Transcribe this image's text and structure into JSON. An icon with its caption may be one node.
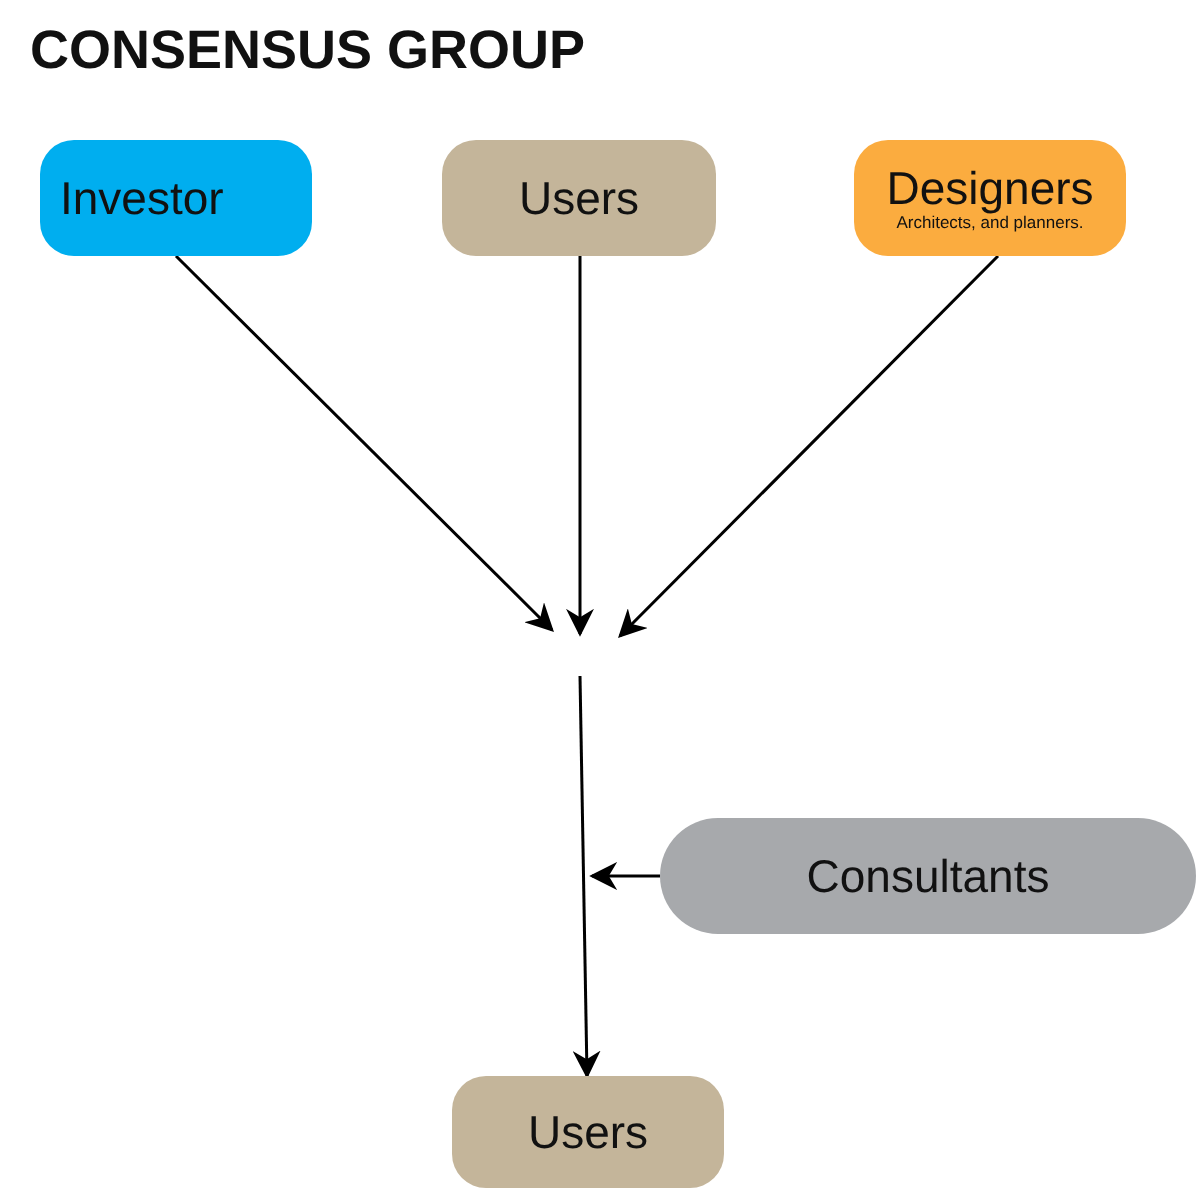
{
  "diagram": {
    "title": "CONSENSUS GROUP",
    "nodes": [
      {
        "text": [
          "Investor"
        ]
      },
      {
        "text": [
          "Users"
        ]
      },
      {
        "text": [
          "Designers",
          "Architects, and planners."
        ]
      },
      {
        "text": [
          "Consultants"
        ]
      },
      {
        "text": [
          "Users"
        ]
      }
    ],
    "edges": [
      {
        "from": 0,
        "to": null,
        "arrow": "to"
      },
      {
        "from": 1,
        "to": null,
        "arrow": "to"
      },
      {
        "from": 2,
        "to": null,
        "arrow": "to"
      },
      {
        "from": null,
        "to": 4,
        "arrow": "to"
      },
      {
        "from": 3,
        "to": null,
        "arrow": "to"
      }
    ]
  }
}
